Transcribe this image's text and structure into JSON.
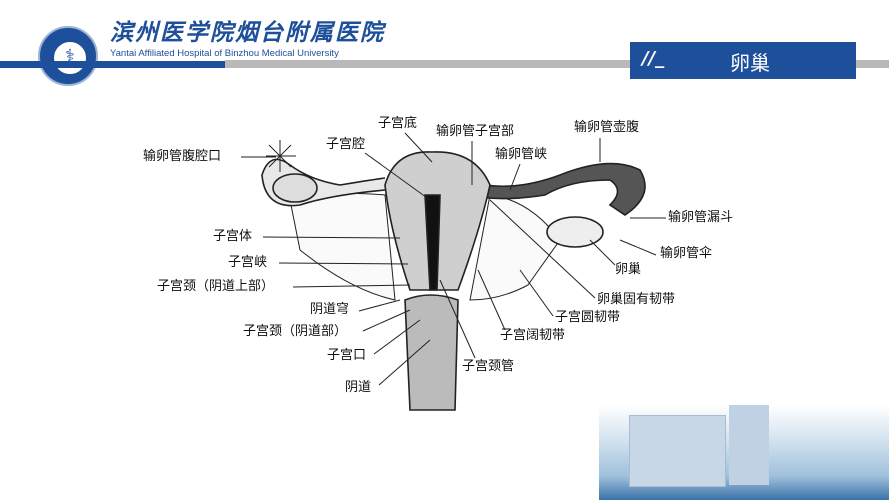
{
  "header": {
    "hospital_cn": "滨州医学院烟台附属医院",
    "hospital_en": "Yantai Affiliated Hospital of Binzhou Medical University",
    "slide_title": "卵巢",
    "title_mark": "//_",
    "colors": {
      "brand_blue": "#1d4f9a",
      "bar_gray": "#b9b9b9"
    }
  },
  "diagram": {
    "labels": [
      {
        "id": "fallopian-abdominal-ostium",
        "text": "输卵管腹腔口"
      },
      {
        "id": "uterine-fundus",
        "text": "子宫底"
      },
      {
        "id": "uterine-cavity",
        "text": "子宫腔"
      },
      {
        "id": "fallopian-uterine-part",
        "text": "输卵管子宫部"
      },
      {
        "id": "fallopian-isthmus",
        "text": "输卵管峡"
      },
      {
        "id": "fallopian-ampulla",
        "text": "输卵管壶腹"
      },
      {
        "id": "fallopian-infundibulum",
        "text": "输卵管漏斗"
      },
      {
        "id": "fallopian-fimbriae",
        "text": "输卵管伞"
      },
      {
        "id": "ovary",
        "text": "卵巢"
      },
      {
        "id": "ovarian-ligament",
        "text": "卵巢固有韧带"
      },
      {
        "id": "round-ligament",
        "text": "子宫圆韧带"
      },
      {
        "id": "broad-ligament",
        "text": "子宫阔韧带"
      },
      {
        "id": "cervical-canal",
        "text": "子宫颈管"
      },
      {
        "id": "uterine-body",
        "text": "子宫体"
      },
      {
        "id": "uterine-isthmus",
        "text": "子宫峡"
      },
      {
        "id": "cervix-supravaginal",
        "text": "子宫颈（阴道上部）"
      },
      {
        "id": "vaginal-fornix",
        "text": "阴道穹"
      },
      {
        "id": "cervix-vaginal",
        "text": "子宫颈（阴道部）"
      },
      {
        "id": "external-os",
        "text": "子宫口"
      },
      {
        "id": "vagina",
        "text": "阴道"
      }
    ]
  }
}
